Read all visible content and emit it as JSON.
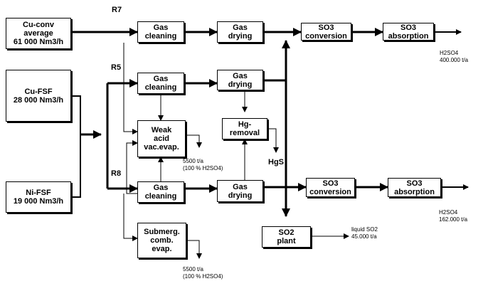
{
  "nodes": {
    "cuconv": {
      "lines": [
        "Cu-conv",
        "average",
        "61 000 Nm3/h"
      ]
    },
    "cufsf": {
      "lines": [
        "Cu-FSF",
        "28 000 Nm3/h"
      ]
    },
    "nifsf": {
      "lines": [
        "Ni-FSF",
        "19 000 Nm3/h"
      ]
    },
    "gc1": {
      "lines": [
        "Gas",
        "cleaning"
      ]
    },
    "gc2": {
      "lines": [
        "Gas",
        "cleaning"
      ]
    },
    "gc3": {
      "lines": [
        "Gas",
        "cleaning"
      ]
    },
    "gd1": {
      "lines": [
        "Gas",
        "drying"
      ]
    },
    "gd2": {
      "lines": [
        "Gas",
        "drying"
      ]
    },
    "gd3": {
      "lines": [
        "Gas",
        "drying"
      ]
    },
    "weak": {
      "lines": [
        "Weak",
        "acid",
        "vac.evap."
      ]
    },
    "subm": {
      "lines": [
        "Submerg.",
        "comb.",
        "evap."
      ]
    },
    "hg": {
      "lines": [
        "Hg-",
        "removal"
      ]
    },
    "so3c1": {
      "lines": [
        "SO3",
        "conversion"
      ]
    },
    "so3a1": {
      "lines": [
        "SO3",
        "absorption"
      ]
    },
    "so3c2": {
      "lines": [
        "SO3",
        "conversion"
      ]
    },
    "so3a2": {
      "lines": [
        "SO3",
        "absorption"
      ]
    },
    "so2": {
      "lines": [
        "SO2",
        "plant"
      ]
    }
  },
  "route_labels": {
    "r7": "R7",
    "r5": "R5",
    "r8": "R8"
  },
  "outputs": {
    "h2so4_1": {
      "lines": [
        "H2SO4",
        "400.000 t/a"
      ]
    },
    "h2so4_2": {
      "lines": [
        "H2SO4",
        "162.000 t/a"
      ]
    },
    "weak_out": {
      "lines": [
        "5500 t/a",
        "(100 % H2SO4)"
      ]
    },
    "subm_out": {
      "lines": [
        "5500 t/a",
        "(100 % H2SO4)"
      ]
    },
    "liquid_so2": {
      "lines": [
        "liquid SO2",
        "45.000 t/a"
      ]
    },
    "hgs": "HgS"
  }
}
